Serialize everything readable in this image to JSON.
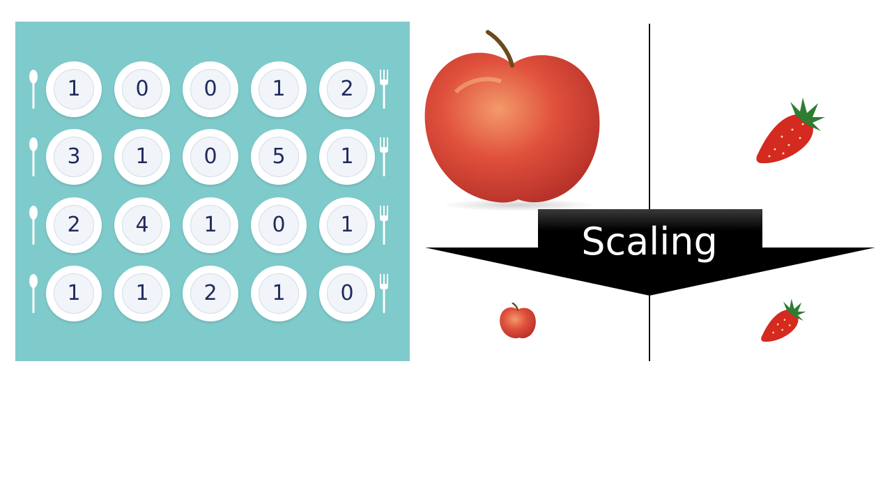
{
  "plate_grid": {
    "rows": [
      [
        "1",
        "0",
        "0",
        "1",
        "2"
      ],
      [
        "3",
        "1",
        "0",
        "5",
        "1"
      ],
      [
        "2",
        "4",
        "1",
        "0",
        "1"
      ],
      [
        "1",
        "1",
        "2",
        "1",
        "0"
      ]
    ],
    "background_color": "#7fcacb",
    "number_color": "#1f2a5c",
    "left_utensil": "spoon-icon",
    "right_utensil": "fork-icon"
  },
  "scaling_arrow": {
    "label": "Scaling",
    "color": "#000000"
  },
  "fruits": {
    "large_apple": "apple-icon",
    "large_strawberry": "strawberry-icon",
    "small_apple": "apple-icon",
    "small_strawberry": "strawberry-icon",
    "apple_color": "#e0503c",
    "strawberry_color": "#d42a1f"
  }
}
